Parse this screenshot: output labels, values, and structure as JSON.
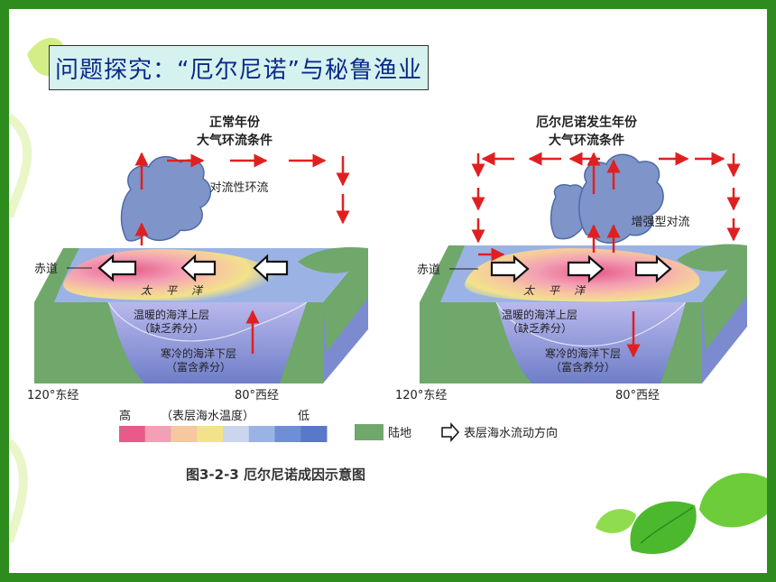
{
  "title": "问题探究：“厄尔尼诺”与秘鲁渔业",
  "left_panel": {
    "heading_line1": "正常年份",
    "heading_line2": "大气环流条件",
    "convection_label": "对流性环流",
    "equator_label": "赤道",
    "pacific_label": "太平洋",
    "upper_layer_line1": "温暖的海洋上层",
    "upper_layer_line2": "（缺乏养分）",
    "lower_layer_line1": "寒冷的海洋下层",
    "lower_layer_line2": "（富含养分）",
    "west_lon": "120°东经",
    "east_lon": "80°西经"
  },
  "right_panel": {
    "heading_line1": "厄尔尼诺发生年份",
    "heading_line2": "大气环流条件",
    "convection_label": "增强型对流",
    "equator_label": "赤道",
    "pacific_label": "太平洋",
    "upper_layer_line1": "温暖的海洋上层",
    "upper_layer_line2": "（缺乏养分）",
    "lower_layer_line1": "寒冷的海洋下层",
    "lower_layer_line2": "（富含养分）",
    "west_lon": "120°东经",
    "east_lon": "80°西经"
  },
  "legend": {
    "high": "高",
    "temp_label": "（表层海水温度）",
    "low": "低",
    "land_label": "陆地",
    "flow_label": "表层海水流动方向"
  },
  "caption": "图3-2-3  厄尔尼诺成因示意图",
  "colors": {
    "frame": "#2e8b1e",
    "arrow": "#e02020",
    "land": "#6fa86a",
    "ocean_front": "#6e7ec8",
    "title_bg": "#d6f2ee",
    "title_text": "#0a2a8a"
  },
  "temperature_scale": [
    "#e85a8a",
    "#f39fb5",
    "#f6c8a0",
    "#f2e28a",
    "#c9d6ee",
    "#9bb3e4",
    "#6e8ed8",
    "#5a78c8"
  ]
}
